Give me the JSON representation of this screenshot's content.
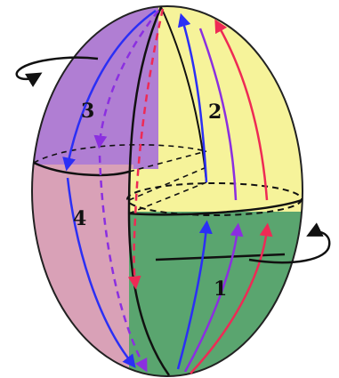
{
  "diagram": {
    "region_labels": [
      "1",
      "2",
      "3",
      "4"
    ],
    "region_colors": {
      "green": "#5aa56f",
      "yellow": "#f6f39a",
      "violet": "#b07ed3",
      "pink": "#d9a1b7"
    },
    "line_colors": {
      "blue": "#2b2ff5",
      "violet": "#8b2fe0",
      "red": "#ee2a55",
      "black": "#111111"
    },
    "icons": [
      "rotation-arrow-icon",
      "rotation-arrow-icon"
    ]
  }
}
